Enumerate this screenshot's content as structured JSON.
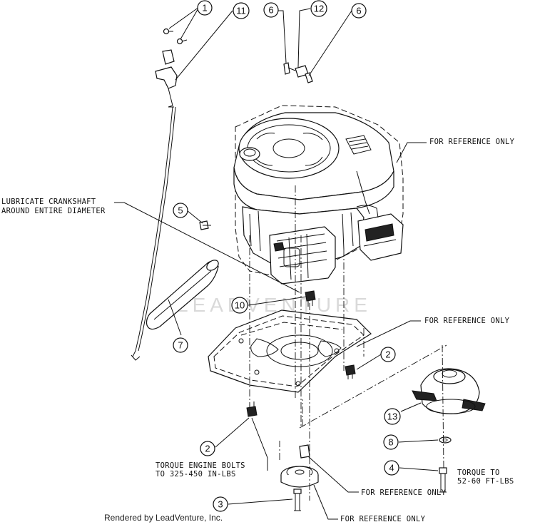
{
  "callouts": [
    {
      "id": "c1",
      "label": "1"
    },
    {
      "id": "c11",
      "label": "11"
    },
    {
      "id": "c6a",
      "label": "6"
    },
    {
      "id": "c12",
      "label": "12"
    },
    {
      "id": "c6b",
      "label": "6"
    },
    {
      "id": "c5",
      "label": "5"
    },
    {
      "id": "c10",
      "label": "10"
    },
    {
      "id": "c7",
      "label": "7"
    },
    {
      "id": "c2a",
      "label": "2"
    },
    {
      "id": "c13",
      "label": "13"
    },
    {
      "id": "c8",
      "label": "8"
    },
    {
      "id": "c2b",
      "label": "2"
    },
    {
      "id": "c4",
      "label": "4"
    },
    {
      "id": "c3",
      "label": "3"
    }
  ],
  "notes": {
    "lubricate_line1": "LUBRICATE CRANKSHAFT",
    "lubricate_line2": "AROUND ENTIRE DIAMETER",
    "ref_engine": "FOR REFERENCE ONLY",
    "ref_plate": "FOR REFERENCE ONLY",
    "torque_engine_line1": "TORQUE ENGINE BOLTS",
    "torque_engine_line2": "TO 325-450 IN-LBS",
    "torque_pulley_line1": "TORQUE TO",
    "torque_pulley_line2": "52-60 FT-LBS",
    "ref_key": "FOR REFERENCE ONLY",
    "ref_pulley": "FOR REFERENCE ONLY"
  },
  "credit": "Rendered by LeadVenture, Inc.",
  "watermark": "LEADVENTURE"
}
